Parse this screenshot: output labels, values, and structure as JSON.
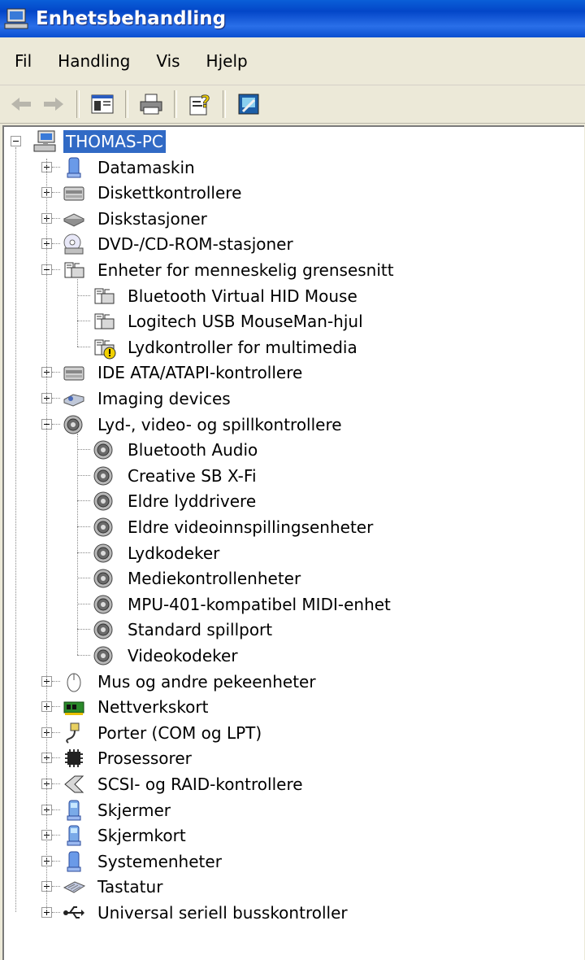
{
  "window": {
    "title": "Enhetsbehandling"
  },
  "menu": [
    "Fil",
    "Handling",
    "Vis",
    "Hjelp"
  ],
  "toolbar": [
    "back-icon",
    "forward-icon",
    "show-hide-tree-icon",
    "print-icon",
    "properties-help-icon",
    "scan-hardware-icon"
  ],
  "tree": {
    "root": "THOMAS-PC",
    "categories": [
      {
        "label": "Datamaskin",
        "icon": "computer-icon",
        "expanded": false
      },
      {
        "label": "Diskettkontrollere",
        "icon": "floppy-controller-icon",
        "expanded": false
      },
      {
        "label": "Diskstasjoner",
        "icon": "disk-drive-icon",
        "expanded": false
      },
      {
        "label": "DVD-/CD-ROM-stasjoner",
        "icon": "cdrom-icon",
        "expanded": false
      },
      {
        "label": "Enheter for menneskelig grensesnitt",
        "icon": "hid-icon",
        "expanded": true,
        "children": [
          {
            "label": "Bluetooth Virtual HID Mouse",
            "icon": "hid-icon",
            "warning": false
          },
          {
            "label": "Logitech USB MouseMan-hjul",
            "icon": "hid-icon",
            "warning": false
          },
          {
            "label": "Lydkontroller for multimedia",
            "icon": "hid-icon",
            "warning": true
          }
        ]
      },
      {
        "label": "IDE ATA/ATAPI-kontrollere",
        "icon": "ide-controller-icon",
        "expanded": false
      },
      {
        "label": "Imaging devices",
        "icon": "imaging-icon",
        "expanded": false
      },
      {
        "label": "Lyd-, video- og spillkontrollere",
        "icon": "speaker-icon",
        "expanded": true,
        "children": [
          {
            "label": "Bluetooth Audio",
            "icon": "speaker-icon",
            "warning": false
          },
          {
            "label": "Creative SB X-Fi",
            "icon": "speaker-icon",
            "warning": false
          },
          {
            "label": "Eldre lyddrivere",
            "icon": "speaker-icon",
            "warning": false
          },
          {
            "label": "Eldre videoinnspillingsenheter",
            "icon": "speaker-icon",
            "warning": false
          },
          {
            "label": "Lydkodeker",
            "icon": "speaker-icon",
            "warning": false
          },
          {
            "label": "Mediekontrollenheter",
            "icon": "speaker-icon",
            "warning": false
          },
          {
            "label": "MPU-401-kompatibel MIDI-enhet",
            "icon": "speaker-icon",
            "warning": false
          },
          {
            "label": "Standard spillport",
            "icon": "speaker-icon",
            "warning": false
          },
          {
            "label": "Videokodeker",
            "icon": "speaker-icon",
            "warning": false
          }
        ]
      },
      {
        "label": "Mus og andre pekeenheter",
        "icon": "mouse-icon",
        "expanded": false
      },
      {
        "label": "Nettverkskort",
        "icon": "network-card-icon",
        "expanded": false
      },
      {
        "label": "Porter (COM og LPT)",
        "icon": "port-icon",
        "expanded": false
      },
      {
        "label": "Prosessorer",
        "icon": "processor-icon",
        "expanded": false
      },
      {
        "label": "SCSI- og RAID-kontrollere",
        "icon": "scsi-icon",
        "expanded": false
      },
      {
        "label": "Skjermer",
        "icon": "monitor-icon",
        "expanded": false
      },
      {
        "label": "Skjermkort",
        "icon": "display-adapter-icon",
        "expanded": false
      },
      {
        "label": "Systemenheter",
        "icon": "system-device-icon",
        "expanded": false
      },
      {
        "label": "Tastatur",
        "icon": "keyboard-icon",
        "expanded": false
      },
      {
        "label": "Universal seriell busskontroller",
        "icon": "usb-icon",
        "expanded": false
      }
    ]
  },
  "colors": {
    "title_bar": "#0a5fd8",
    "selection": "#316ac5"
  }
}
